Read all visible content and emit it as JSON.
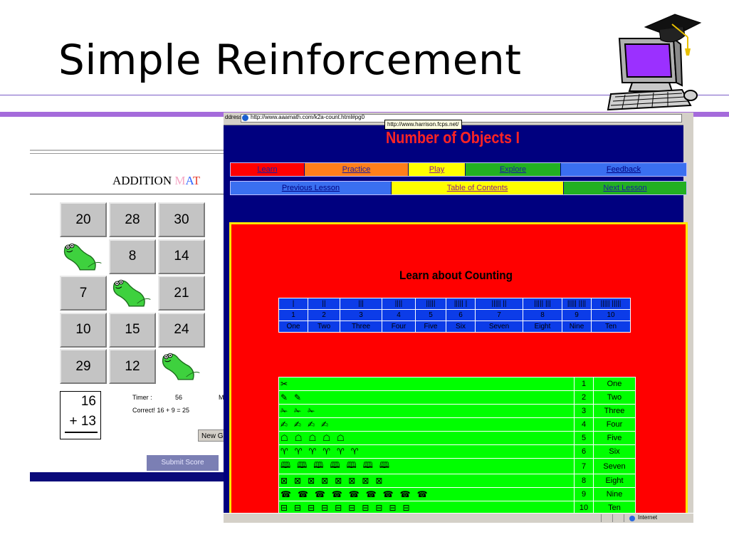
{
  "slide": {
    "title": "Simple Reinforcement"
  },
  "game": {
    "title_word": "ADDITION",
    "title_m": "M",
    "title_a": "A",
    "title_t": "T",
    "grid": [
      [
        "20",
        "28",
        "30"
      ],
      [
        "worm",
        "8",
        "14"
      ],
      [
        "7",
        "worm",
        "21"
      ],
      [
        "10",
        "15",
        "24"
      ],
      [
        "29",
        "12",
        "worm"
      ]
    ],
    "problem_top": "16",
    "problem_bottom": "+ 13",
    "timer_label": "Timer :",
    "timer_value": "56",
    "timer_m": "M",
    "correct_text": "Correct! 16 + 9 = 25",
    "new_game_label": "New Ga",
    "submit_label": "Submit Score"
  },
  "browser": {
    "address_label": "ddress",
    "address_url": "http://www.aaamath.com/k2a-count.html#pg0",
    "tooltip": "http://www.harrison.fcps.net/",
    "page_title": "Number of Objects I",
    "nav_row1": [
      "Learn",
      "Practice",
      "Play",
      "Explore",
      "Feedback"
    ],
    "nav_row2": [
      "Previous Lesson",
      "Table of Contents",
      "Next Lesson"
    ],
    "lesson_heading": "Learn about Counting",
    "tally": [
      "|",
      "||",
      "|||",
      "||||",
      "|||||",
      "||||| |",
      "||||| ||",
      "||||| |||",
      "||||| ||||",
      "||||| |||||"
    ],
    "numbers": [
      "1",
      "2",
      "3",
      "4",
      "5",
      "6",
      "7",
      "8",
      "9",
      "10"
    ],
    "words": [
      "One",
      "Two",
      "Three",
      "Four",
      "Five",
      "Six",
      "Seven",
      "Eight",
      "Nine",
      "Ten"
    ],
    "object_rows": [
      {
        "symbols": "✂",
        "num": "1",
        "word": "One"
      },
      {
        "symbols": "✎✎",
        "num": "2",
        "word": "Two"
      },
      {
        "symbols": "✁✁✁",
        "num": "3",
        "word": "Three"
      },
      {
        "symbols": "✍✍✍✍",
        "num": "4",
        "word": "Four"
      },
      {
        "symbols": "☖☖☖☖☖",
        "num": "5",
        "word": "Five"
      },
      {
        "symbols": "♈♈♈♈♈♈",
        "num": "6",
        "word": "Six"
      },
      {
        "symbols": "🕮🕮🕮🕮🕮🕮🕮",
        "num": "7",
        "word": "Seven"
      },
      {
        "symbols": "⊠⊠⊠⊠⊠⊠⊠⊠",
        "num": "8",
        "word": "Eight"
      },
      {
        "symbols": "☎☎☎☎☎☎☎☎☎",
        "num": "9",
        "word": "Nine"
      },
      {
        "symbols": "⊟⊟⊟⊟⊟⊟⊟⊟⊟⊟",
        "num": "10",
        "word": "Ten"
      }
    ],
    "status_zone": "Internet"
  },
  "colors": {
    "accent_rule": "#a56bdb",
    "browser_bg": "#00007f",
    "page_title": "#ff2424",
    "lesson_panel": "#ff0000",
    "counting_table": "#0c3ce8",
    "objects_table": "#00ff00"
  }
}
